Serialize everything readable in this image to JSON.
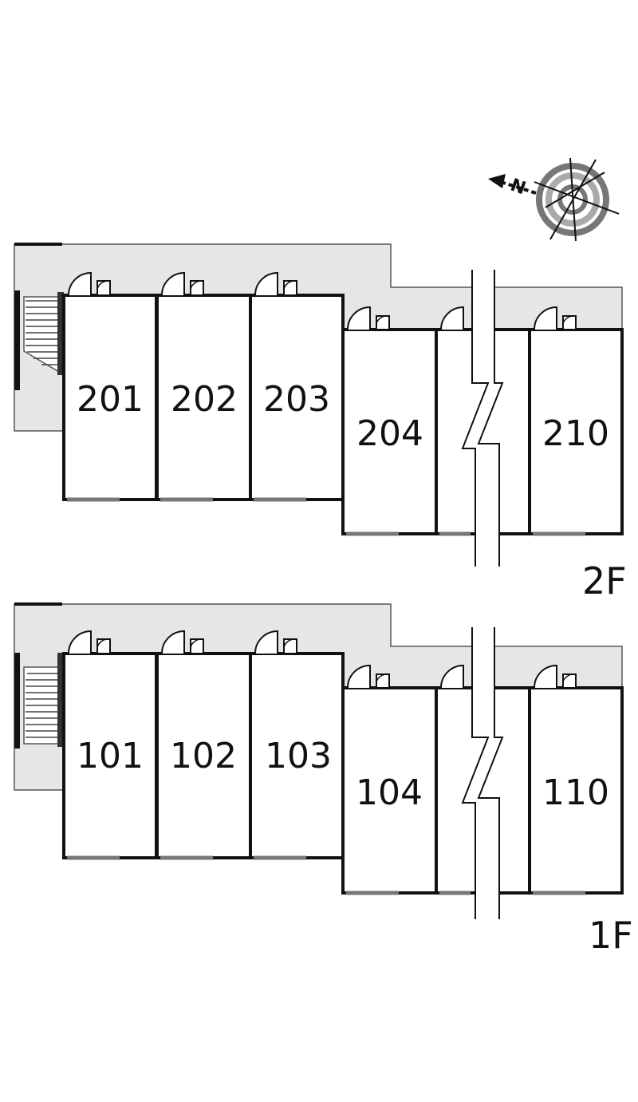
{
  "compass": {
    "north_label": "N",
    "icon": "compass-rose-icon"
  },
  "colors": {
    "wall": "#111111",
    "corridor": "#e6e6e6",
    "background": "#ffffff"
  },
  "floors": [
    {
      "id": "2F",
      "label": "2F",
      "units": [
        {
          "label": "201"
        },
        {
          "label": "202"
        },
        {
          "label": "203"
        },
        {
          "label": "204"
        },
        {
          "label": ""
        },
        {
          "label": "210"
        }
      ]
    },
    {
      "id": "1F",
      "label": "1F",
      "units": [
        {
          "label": "101"
        },
        {
          "label": "102"
        },
        {
          "label": "103"
        },
        {
          "label": "104"
        },
        {
          "label": ""
        },
        {
          "label": "110"
        }
      ]
    }
  ]
}
